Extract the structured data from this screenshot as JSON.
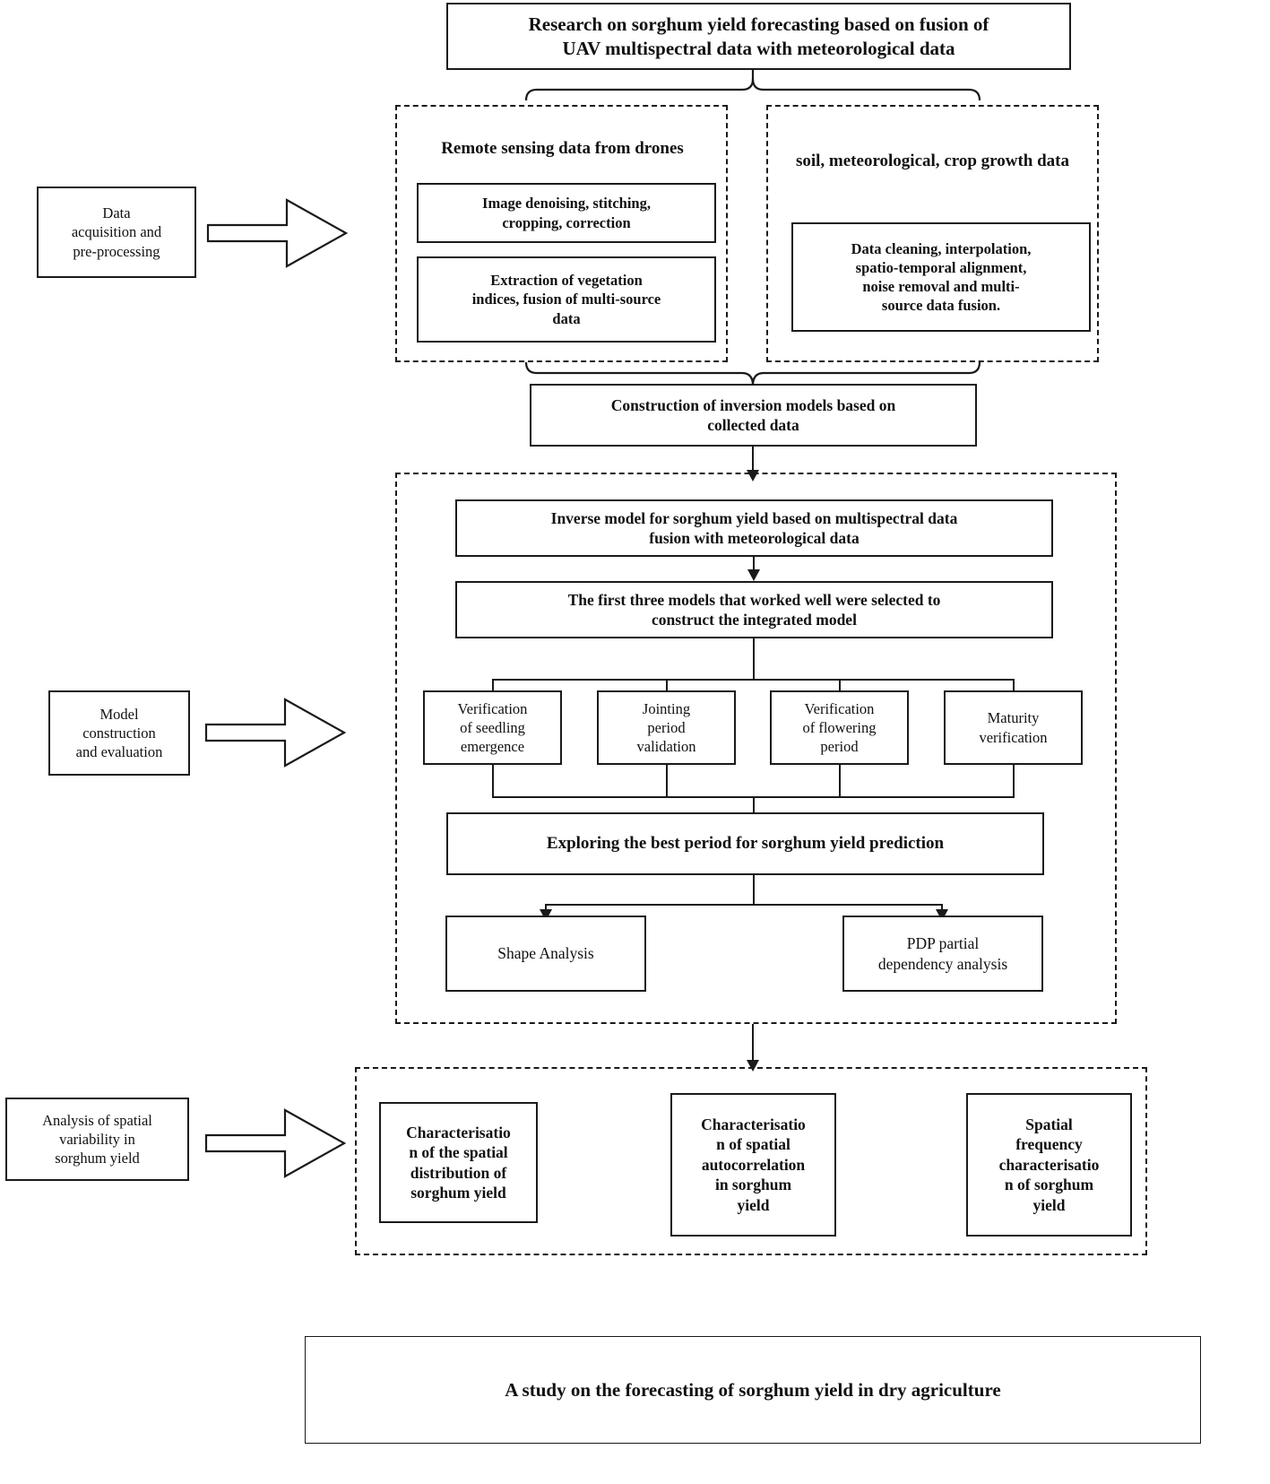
{
  "diagram": {
    "title_box": {
      "line1": "Research on sorghum yield forecasting based on fusion of",
      "line2": "UAV multispectral data with meteorological data"
    },
    "stage_labels": {
      "stage1": {
        "l1": "Data",
        "l2": "acquisition and",
        "l3": "pre-processing"
      },
      "stage2": {
        "l1": "Model",
        "l2": "construction",
        "l3": "and evaluation"
      },
      "stage3": {
        "l1": "Analysis of spatial",
        "l2": "variability in",
        "l3": "sorghum yield"
      }
    },
    "data_section": {
      "left_group": {
        "heading_l1": "Remote sensing",
        "heading_l2": "data from drones",
        "box1_l1": "Image denoising, stitching,",
        "box1_l2": "cropping, correction",
        "box2_l1": "Extraction of vegetation",
        "box2_l2": "indices, fusion of multi-source",
        "box2_l3": "data"
      },
      "right_group": {
        "heading_l1": "soil,",
        "heading_l2": "meteorological,",
        "heading_l3": "crop growth data",
        "box1_l1": "Data cleaning, interpolation,",
        "box1_l2": "spatio-temporal alignment,",
        "box1_l3": "noise removal and multi-",
        "box1_l4": "source data fusion."
      }
    },
    "inversion_box": {
      "l1": "Construction of inversion models based on",
      "l2": "collected data"
    },
    "model_section": {
      "inverse_model": {
        "l1": "Inverse model for sorghum yield based on multispectral data",
        "l2": "fusion with meteorological data"
      },
      "integrated_model": {
        "l1": "The first three models that worked well were selected to",
        "l2": "construct the integrated model"
      },
      "period_boxes": [
        {
          "l1": "Verification",
          "l2": "of seedling",
          "l3": "emergence"
        },
        {
          "l1": "Jointing",
          "l2": "period",
          "l3": "validation"
        },
        {
          "l1": "Verification",
          "l2": "of flowering",
          "l3": "period"
        },
        {
          "l1": "Maturity",
          "l2": "verification",
          "l3": ""
        }
      ],
      "best_period": "Exploring the best period for sorghum yield prediction",
      "analysis_boxes": [
        {
          "l1": "Shape Analysis",
          "l2": ""
        },
        {
          "l1": "PDP partial",
          "l2": "dependency analysis"
        }
      ]
    },
    "spatial_section": {
      "boxes": [
        {
          "l1": "Characterisatio",
          "l2": "n of the spatial",
          "l3": "distribution of",
          "l4": "sorghum yield"
        },
        {
          "l1": "Characterisatio",
          "l2": "n of spatial",
          "l3": "autocorrelation",
          "l4": "in sorghum",
          "l5": "yield"
        },
        {
          "l1": "Spatial",
          "l2": "frequency",
          "l3": "characterisatio",
          "l4": "n of sorghum",
          "l5": "yield"
        }
      ]
    },
    "conclusion_box": {
      "text": "A study on the forecasting of sorghum yield in dry agriculture"
    },
    "colors": {
      "stroke": "#1a1a1a",
      "background": "#ffffff"
    }
  }
}
